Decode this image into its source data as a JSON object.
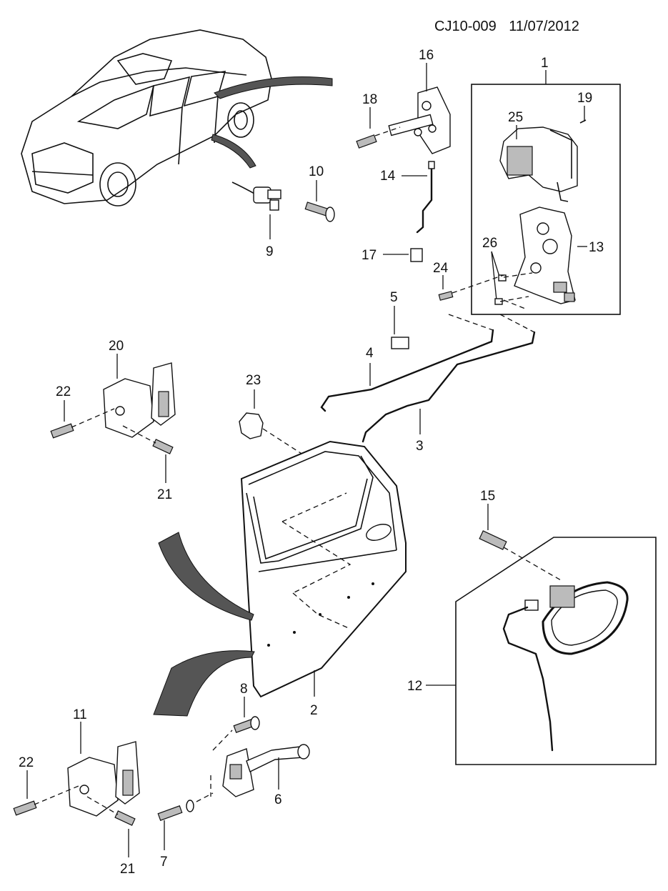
{
  "header": {
    "code": "CJ10-009",
    "date": "11/07/2012"
  },
  "callouts": {
    "c1": "1",
    "c2": "2",
    "c3": "3",
    "c4": "4",
    "c5": "5",
    "c6": "6",
    "c7": "7",
    "c8": "8",
    "c9": "9",
    "c10": "10",
    "c11": "11",
    "c12": "12",
    "c13": "13",
    "c14": "14",
    "c15": "15",
    "c16": "16",
    "c17": "17",
    "c18": "18",
    "c19": "19",
    "c20": "20",
    "c21a": "21",
    "c21b": "21",
    "c22a": "22",
    "c22b": "22",
    "c23": "23",
    "c24": "24",
    "c25": "25",
    "c26": "26"
  }
}
